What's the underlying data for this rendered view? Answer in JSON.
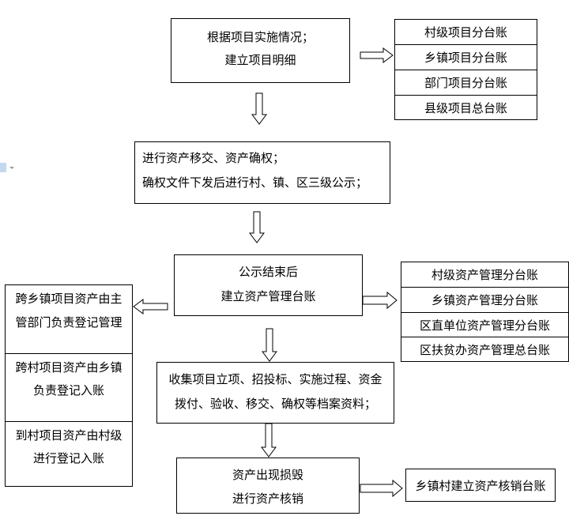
{
  "diagram": {
    "type": "flowchart",
    "steps": [
      {
        "id": "step1",
        "lines": [
          "根据项目实施情况；",
          "建立项目明细"
        ]
      },
      {
        "id": "step2",
        "lines": [
          "进行资产移交、资产确权；",
          "确权文件下发后进行村、镇、区三级公示；"
        ]
      },
      {
        "id": "step3",
        "lines": [
          "公示结束后",
          "建立资产管理台账"
        ]
      },
      {
        "id": "step4",
        "lines": [
          "收集项目立项、招投标、实施过程、资金",
          "拨付、验收、移交、确权等档案资料；"
        ]
      },
      {
        "id": "step5",
        "lines": [
          "资产出现损毁",
          "进行资产核销"
        ]
      }
    ],
    "project_ledgers": [
      "村级项目分台账",
      "乡镇项目分台账",
      "部门项目分台账",
      "县级项目总台账"
    ],
    "asset_ledgers": [
      "村级资产管理分台账",
      "乡镇资产管理分台账",
      "区直单位资产管理分台账",
      "区扶贫办资产管理总台账"
    ],
    "registration_rules": [
      {
        "lines": [
          "跨乡镇项目资产由主",
          "管部门负责登记管理"
        ]
      },
      {
        "lines": [
          "跨村项目资产由乡镇",
          "负责登记入账"
        ]
      },
      {
        "lines": [
          "到村项目资产由村级",
          "进行登记入账"
        ]
      }
    ],
    "writeoff_ledger": "乡镇村建立资产核销台账",
    "edges": [
      {
        "from": "step1",
        "to": "project_ledgers",
        "direction": "right"
      },
      {
        "from": "step1",
        "to": "step2",
        "direction": "down"
      },
      {
        "from": "step2",
        "to": "step3",
        "direction": "down"
      },
      {
        "from": "step3",
        "to": "registration_rules",
        "direction": "left"
      },
      {
        "from": "step3",
        "to": "asset_ledgers",
        "direction": "right"
      },
      {
        "from": "step3",
        "to": "step4",
        "direction": "down"
      },
      {
        "from": "step4",
        "to": "step5",
        "direction": "down"
      },
      {
        "from": "step5",
        "to": "writeoff_ledger",
        "direction": "right"
      }
    ]
  },
  "icons": {
    "ghost_toolbar": "paste-options-icon"
  }
}
